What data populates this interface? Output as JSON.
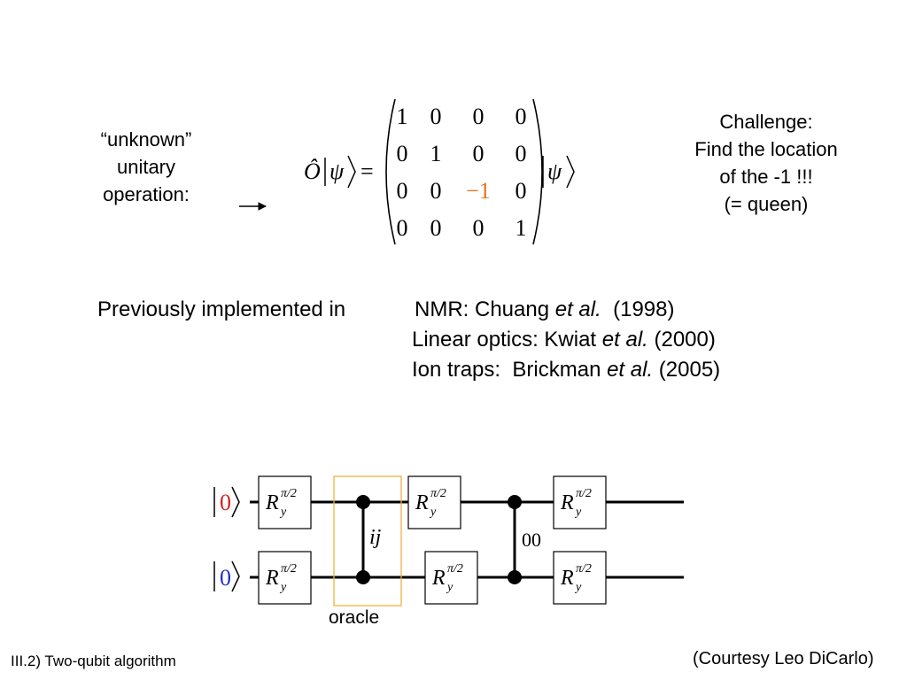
{
  "unknown_operation": {
    "line1": "“unknown”",
    "line2": "unitary",
    "line3": "operation:",
    "arrow": "→"
  },
  "equation": {
    "lhs_operator": "Ô",
    "lhs_ket": "ψ",
    "equals": "=",
    "matrix": [
      [
        "1",
        "0",
        "0",
        "0"
      ],
      [
        "0",
        "1",
        "0",
        "0"
      ],
      [
        "0",
        "0",
        "−1",
        "0"
      ],
      [
        "0",
        "0",
        "0",
        "1"
      ]
    ],
    "highlight_color": "#e8701a",
    "rhs_ket": "ψ"
  },
  "challenge": {
    "line1": "Challenge:",
    "line2": "Find the location",
    "line3": "of the -1 !!!",
    "line4": "(= queen)"
  },
  "previous": {
    "intro": "Previously implemented in",
    "items": [
      {
        "prefix": "NMR: Chuang ",
        "etal": "et al.",
        "suffix": "  (1998)"
      },
      {
        "prefix": "Linear optics: Kwiat ",
        "etal": "et al.",
        "suffix": " (2000)"
      },
      {
        "prefix": "Ion traps:  Brickman ",
        "etal": "et al.",
        "suffix": " (2005)"
      }
    ]
  },
  "circuit": {
    "qubit1_state": "0",
    "qubit1_color": "#d62020",
    "qubit2_state": "0",
    "qubit2_color": "#2030c8",
    "gate_base": "R",
    "gate_sub": "y",
    "gate_sup": "π/2",
    "oracle_label": "ij",
    "oracle_caption": "oracle",
    "oracle_box_color": "#f0b040",
    "cz_label": "00"
  },
  "footer": {
    "left": "III.2) Two-qubit algorithm",
    "right": "(Courtesy Leo DiCarlo)"
  }
}
